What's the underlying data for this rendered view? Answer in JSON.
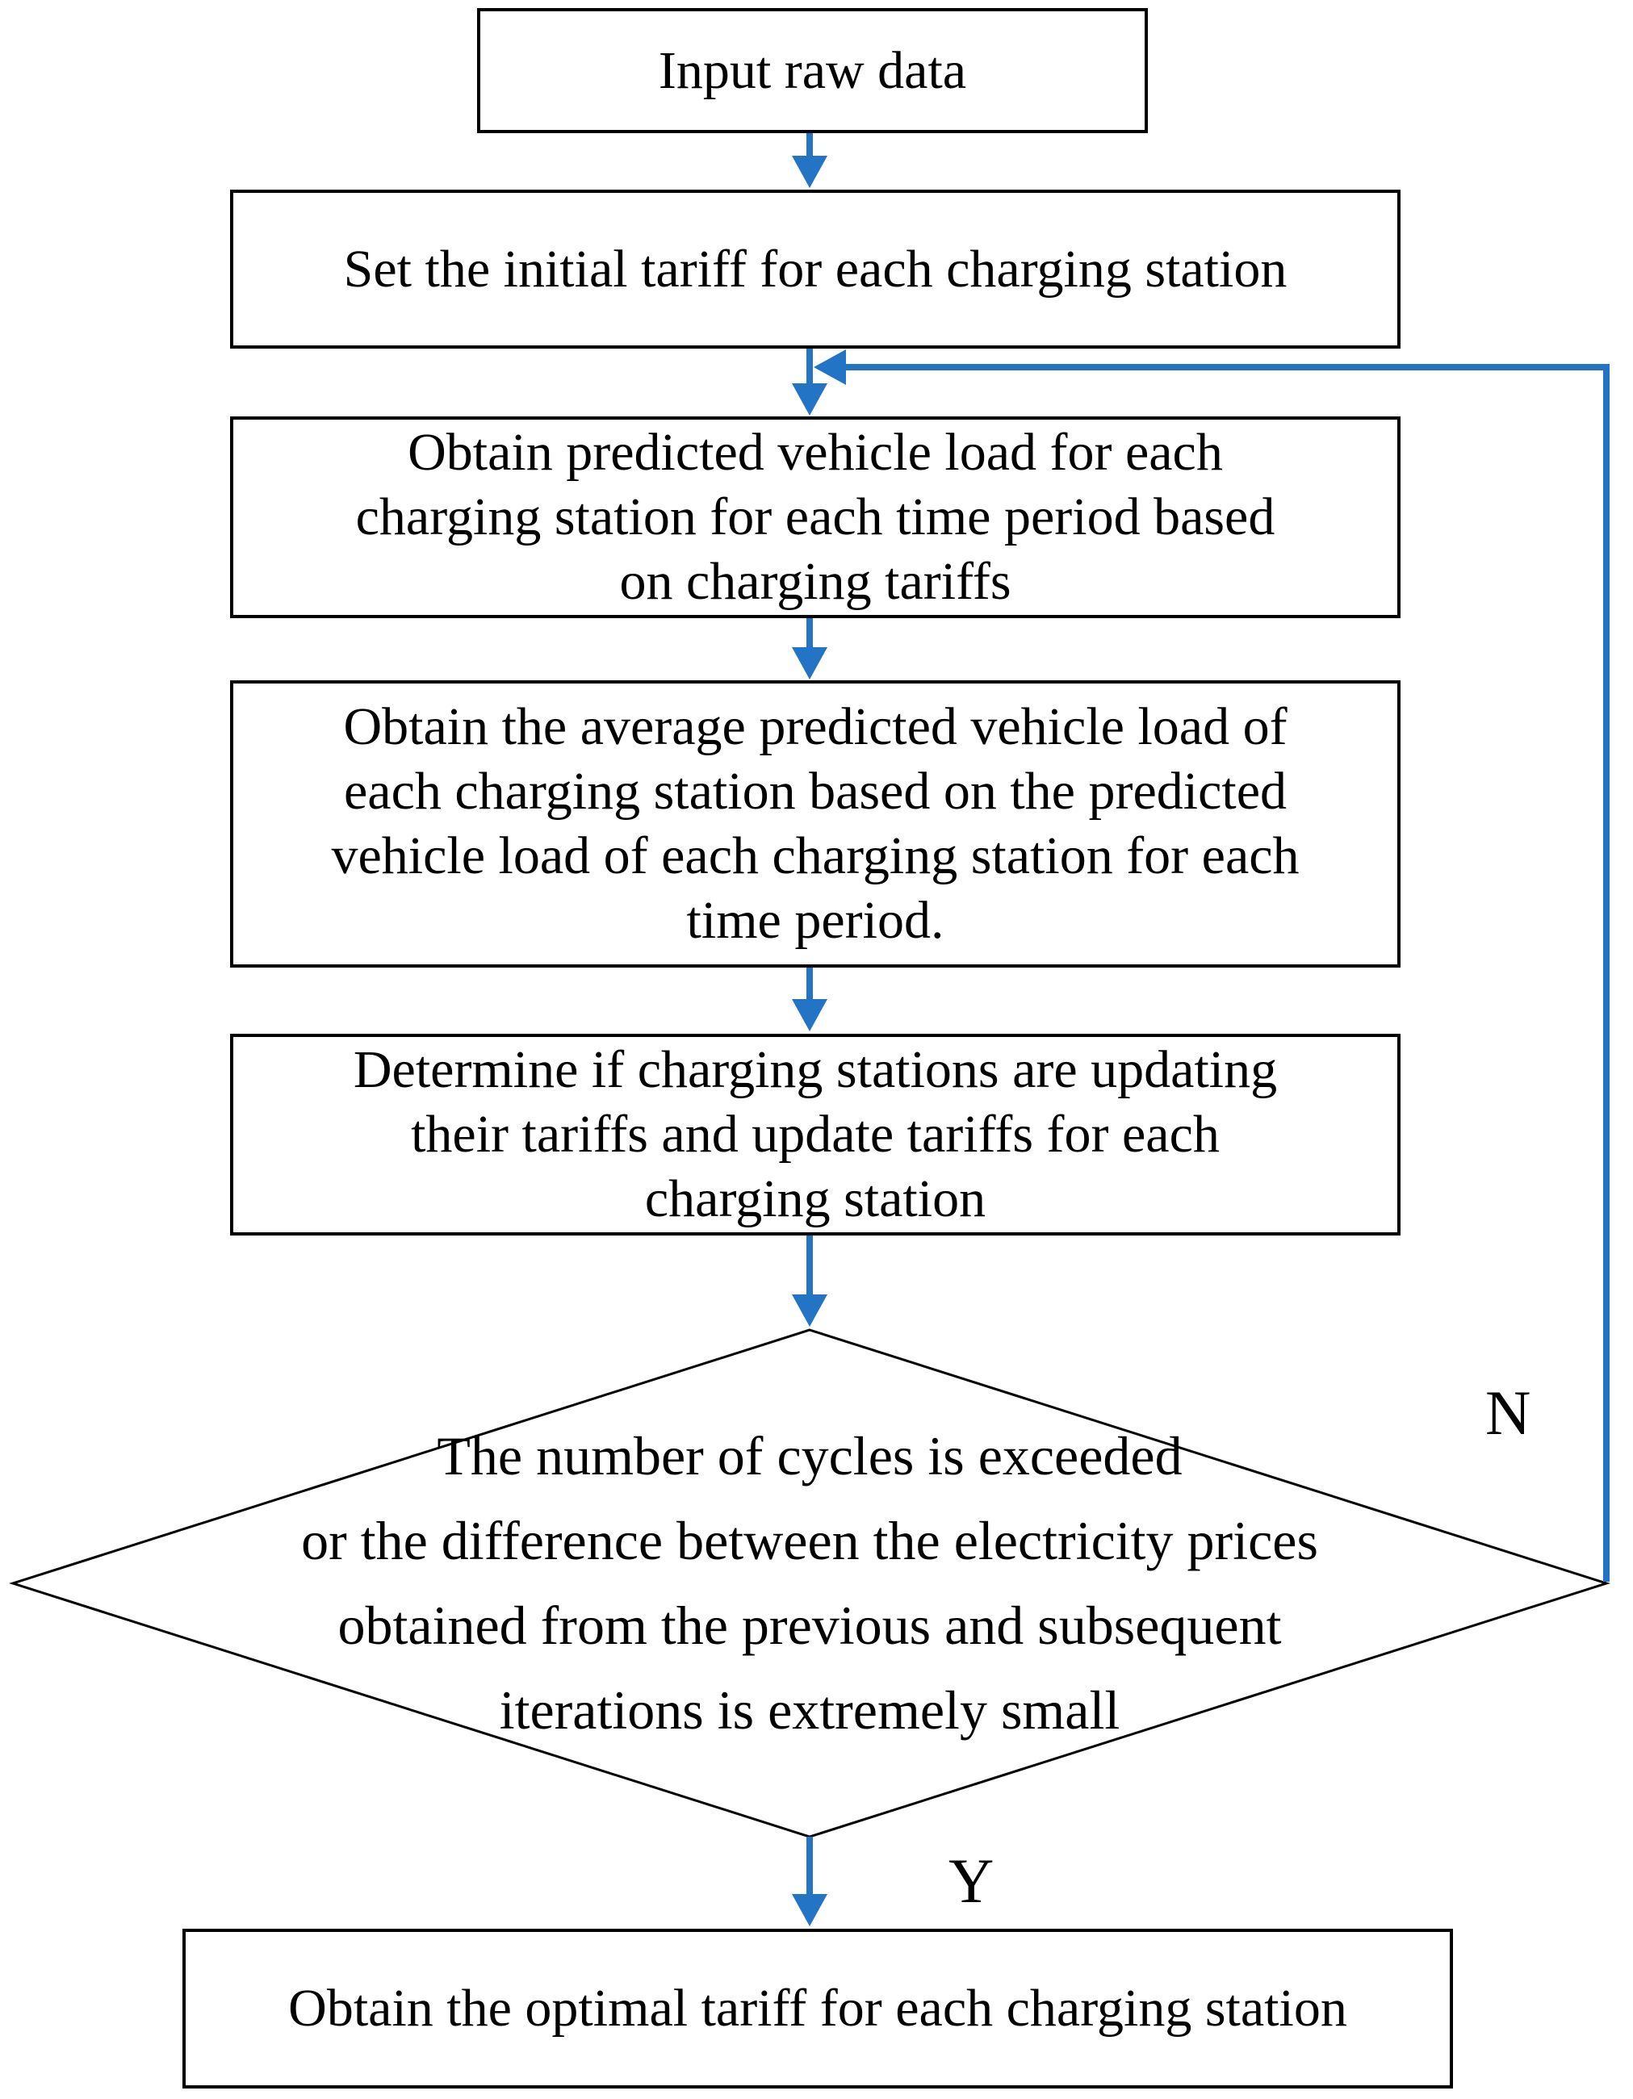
{
  "title": "Charging tariff optimization flowchart",
  "colors": {
    "arrow_blue": "#2374C4",
    "shape_border": "#000000",
    "background": "#ffffff"
  },
  "nodes": {
    "input_raw_data": {
      "label": "Input raw data"
    },
    "set_initial_tariff": {
      "label": "Set the initial tariff for each charging station"
    },
    "predicted_load": {
      "label": "Obtain predicted vehicle load for each\ncharging station for each time period based\non charging tariffs"
    },
    "average_load": {
      "label": "Obtain the average predicted vehicle load of\neach charging station based on the predicted\nvehicle load of each charging station for each\ntime period."
    },
    "update_tariffs": {
      "label": "Determine if charging stations are updating\ntheir tariffs and update tariffs for each\ncharging station"
    },
    "decision": {
      "label": "The number of cycles is exceeded\nor the difference between the electricity prices\nobtained from the previous and subsequent\niterations is extremely small"
    },
    "optimal_tariff": {
      "label": "Obtain the optimal tariff for each charging station"
    }
  },
  "branches": {
    "no_label": "N",
    "yes_label": "Y"
  }
}
